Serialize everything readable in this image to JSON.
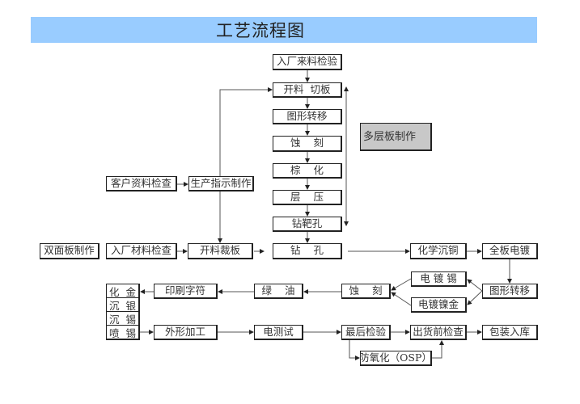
{
  "title": "工艺流程图",
  "colors": {
    "title_bar": "#99ccff",
    "multilayer_box": "#c8c8c8"
  },
  "multilayer_column": [
    "入厂来料检验",
    "开料  切板",
    "图形转移",
    "蚀    刻",
    "棕    化",
    "层    压",
    "钻靶孔"
  ],
  "multilayer_label": "多层板制作",
  "doc_branch": {
    "customer_check": "客户资料检查",
    "production_instruction": "生产指示制作"
  },
  "main_row": {
    "double_sided": "双面板制作",
    "material_check": "入厂材料检查",
    "cutting": "开料裁板",
    "drilling": "钻    孔",
    "electroless_copper": "化学沉铜",
    "panel_plating": "全板电镀"
  },
  "plating_row": {
    "pattern_transfer": "图形转移",
    "tin_plating": "电 镀 锡",
    "nickel_gold_plating": "电镀镍金",
    "etching": "蚀    刻",
    "solder_mask": "绿    油",
    "legend_printing": "印刷字符"
  },
  "surface_finish": [
    "化  金",
    "沉  银",
    "沉  锡",
    "喷  锡"
  ],
  "final_row": {
    "profiling": "外形加工",
    "electrical_test": "电测试",
    "final_inspection": "最后检验",
    "pre_shipment_check": "出货前检查",
    "packaging": "包装入库",
    "osp": "防氧化（OSP）"
  }
}
